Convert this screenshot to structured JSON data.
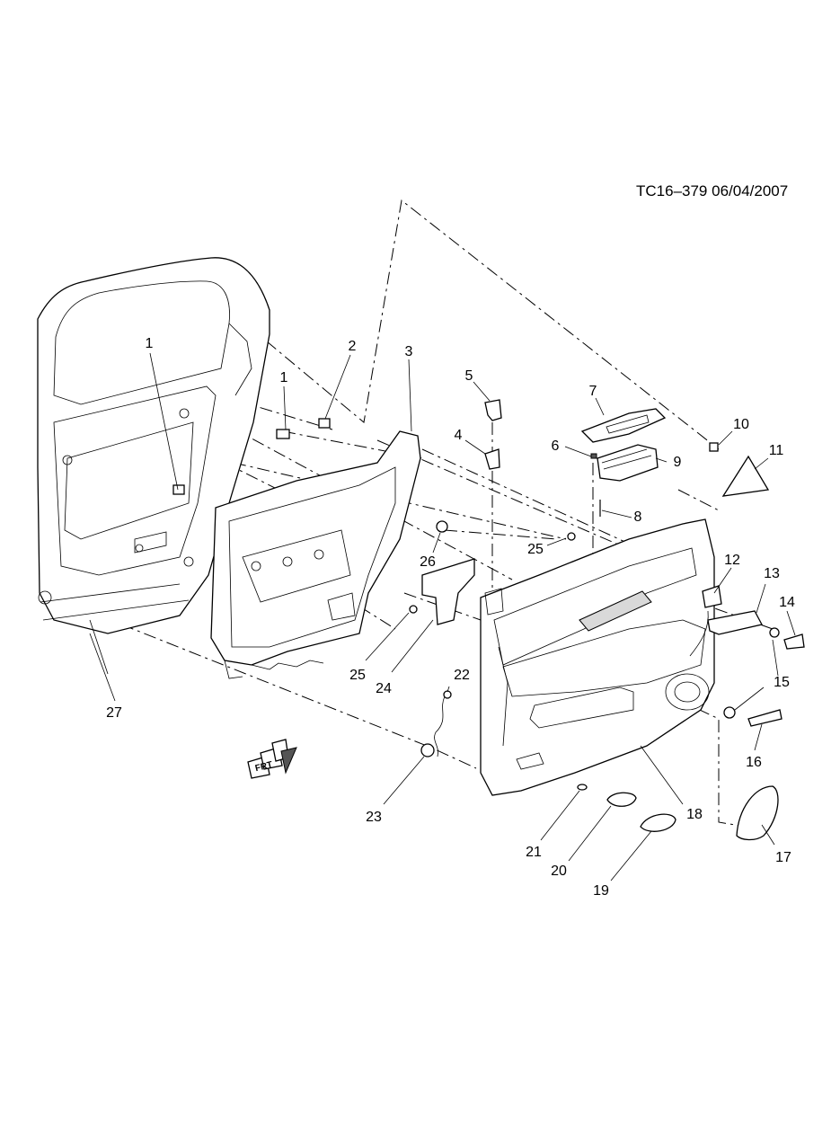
{
  "diagram": {
    "reference": "TC16–379  06/04/2007",
    "front_indicator": "FRT",
    "callouts": [
      {
        "id": "c1a",
        "label": "1"
      },
      {
        "id": "c1b",
        "label": "1"
      },
      {
        "id": "c2",
        "label": "2"
      },
      {
        "id": "c3",
        "label": "3"
      },
      {
        "id": "c4",
        "label": "4"
      },
      {
        "id": "c5",
        "label": "5"
      },
      {
        "id": "c6",
        "label": "6"
      },
      {
        "id": "c7",
        "label": "7"
      },
      {
        "id": "c8",
        "label": "8"
      },
      {
        "id": "c9",
        "label": "9"
      },
      {
        "id": "c10",
        "label": "10"
      },
      {
        "id": "c11",
        "label": "11"
      },
      {
        "id": "c12",
        "label": "12"
      },
      {
        "id": "c13",
        "label": "13"
      },
      {
        "id": "c14",
        "label": "14"
      },
      {
        "id": "c15",
        "label": "15"
      },
      {
        "id": "c16",
        "label": "16"
      },
      {
        "id": "c17",
        "label": "17"
      },
      {
        "id": "c18",
        "label": "18"
      },
      {
        "id": "c19",
        "label": "19"
      },
      {
        "id": "c20",
        "label": "20"
      },
      {
        "id": "c21",
        "label": "21"
      },
      {
        "id": "c22",
        "label": "22"
      },
      {
        "id": "c23",
        "label": "23"
      },
      {
        "id": "c24",
        "label": "24"
      },
      {
        "id": "c25a",
        "label": "25"
      },
      {
        "id": "c25b",
        "label": "25"
      },
      {
        "id": "c26",
        "label": "26"
      },
      {
        "id": "c27",
        "label": "27"
      }
    ]
  }
}
